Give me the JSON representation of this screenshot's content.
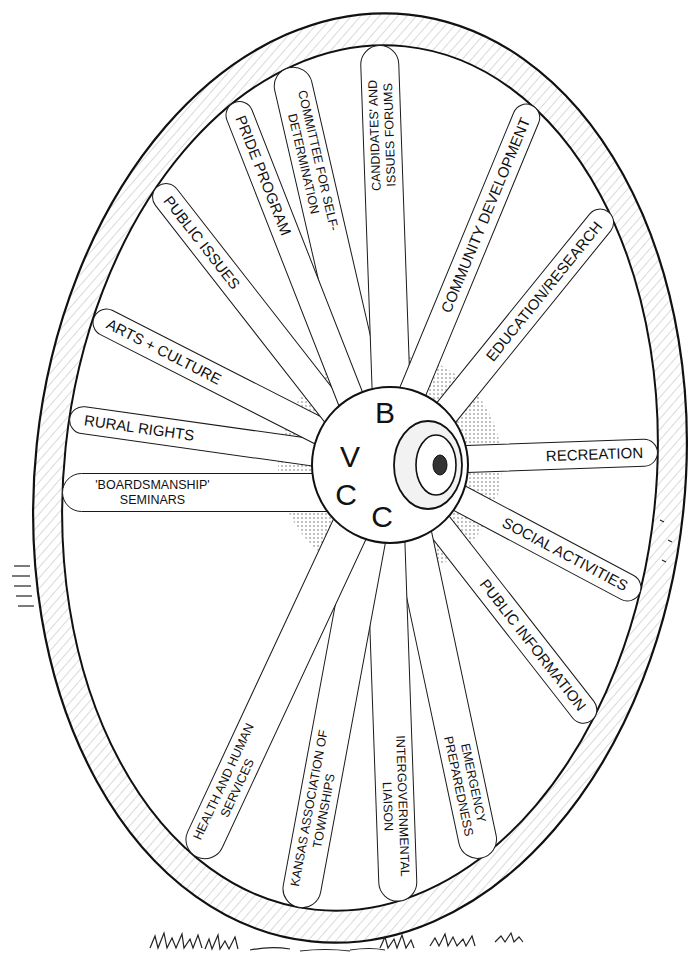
{
  "diagram": {
    "nodes": [
      {
        "text": [
          "B",
          "V",
          "C",
          "C"
        ]
      },
      {
        "text": [
          "COMMITTEE FOR SELF-DETERMINATION"
        ]
      },
      {
        "text": [
          "CANDIDATES' AND ISSUES FORUMS"
        ]
      },
      {
        "text": [
          "COMMUNITY DEVELOPMENT"
        ]
      },
      {
        "text": [
          "EDUCATION/RESEARCH"
        ]
      },
      {
        "text": [
          "RECREATION"
        ]
      },
      {
        "text": [
          "SOCIAL ACTIVITIES"
        ]
      },
      {
        "text": [
          "PUBLIC INFORMATION"
        ]
      },
      {
        "text": [
          "EMERGENCY PREPAREDNESS"
        ]
      },
      {
        "text": [
          "INTERGOVERNMENTAL LIAISON"
        ]
      },
      {
        "text": [
          "KANSAS ASSOCIATION OF TOWNSHIPS"
        ]
      },
      {
        "text": [
          "HEALTH AND HUMAN SERVICES"
        ]
      },
      {
        "text": [
          "'BOARDSMANSHIP' SEMINARS"
        ]
      },
      {
        "text": [
          "RURAL RIGHTS"
        ]
      },
      {
        "text": [
          "ARTS + CULTURE"
        ]
      },
      {
        "text": [
          "PUBLIC ISSUES"
        ]
      },
      {
        "text": [
          "PRIDE PROGRAM"
        ]
      }
    ]
  }
}
